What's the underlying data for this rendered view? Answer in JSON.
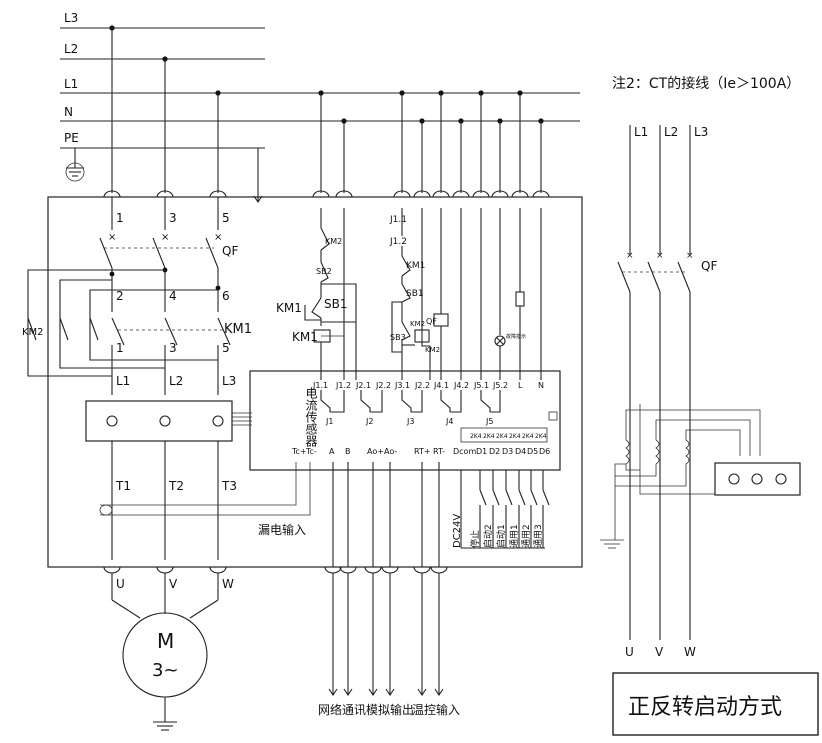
{
  "bus": {
    "l3": "L3",
    "l2": "L2",
    "l1": "L1",
    "n": "N",
    "pe": "PE"
  },
  "note": "注2：CT的接线（Ie＞100A）",
  "breaker": {
    "p1": "1",
    "p3": "3",
    "p5": "5",
    "p2": "2",
    "p4": "4",
    "p6": "6",
    "label": "QF"
  },
  "contactor": {
    "label": "KM1",
    "km2": "KM2",
    "t1": "1",
    "t3": "3",
    "t5": "5",
    "l1": "L1",
    "l2": "L2",
    "l3": "L3"
  },
  "sensor_label": "电流传感器",
  "ct_out": {
    "t1": "T1",
    "t2": "T2",
    "t3": "T3"
  },
  "leakage_label": "漏电输入",
  "motor": {
    "u": "U",
    "v": "V",
    "w": "W",
    "m": "M",
    "phase": "3~"
  },
  "control": {
    "km2": "KM2",
    "sb2": "SB2",
    "km1": "KM1",
    "sb1": "SB1",
    "km1_coil": "KM1",
    "j11": "J1.1",
    "j12": "J1.2",
    "km1b": "KM1",
    "sb1b": "SB1",
    "qf": "QF",
    "sb3": "SB3",
    "km2c": "KM2",
    "km2d": "KM2",
    "fault_lamp": "故障指示"
  },
  "terminals": [
    "J1.1",
    "J1.2",
    "J2.1",
    "J2.2",
    "J3.1",
    "J2.2",
    "J4.1",
    "J4.2",
    "J5.1",
    "J5.2",
    "L",
    "N"
  ],
  "relays": [
    "J1",
    "J2",
    "J3",
    "J4",
    "J5"
  ],
  "io": {
    "tc_plus": "Tc+",
    "tc_minus": "Tc-",
    "a": "A",
    "b": "B",
    "ao_plus": "Ao+",
    "ao_minus": "Ao-",
    "rt_plus": "RT+",
    "rt_minus": "RT-",
    "dcom": "Dcom",
    "d1": "D1",
    "d2": "D2",
    "d3": "D3",
    "d4": "D4",
    "d5": "D5",
    "d6": "D6"
  },
  "res_labels": [
    "2K4",
    "2K4",
    "2K4",
    "2K4",
    "2K4",
    "2K4"
  ],
  "dc_label": "DC24V",
  "di_labels": [
    "停止",
    "启动2",
    "启动1",
    "通用1",
    "通用2",
    "通用3"
  ],
  "bottom": {
    "net": "网络通讯",
    "analog": "模拟输出",
    "temp": "温控输入"
  },
  "ct_panel": {
    "l1": "L1",
    "l2": "L2",
    "l3": "L3",
    "qf": "QF",
    "u": "U",
    "v": "V",
    "w": "W"
  },
  "mode_title": "正反转启动方式"
}
